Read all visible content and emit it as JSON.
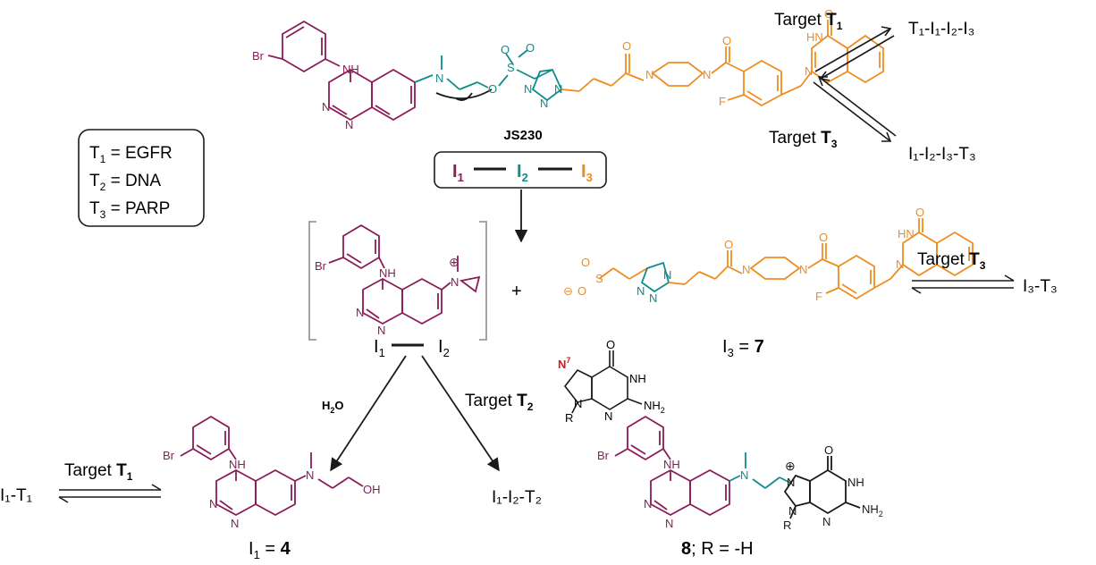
{
  "colors": {
    "i1": "#8a1c5a",
    "i2": "#0f8c8c",
    "i3": "#f08c1e",
    "n7": "#e0141e",
    "ink": "#1a1a1a"
  },
  "compound_top": {
    "name": "JS230",
    "bar": {
      "i1": "I",
      "s1": "1",
      "i2": "I",
      "s2": "2",
      "i3": "I",
      "s3": "3"
    }
  },
  "legend": {
    "lines": [
      {
        "t": "T",
        "s": "1",
        "rest": " = EGFR"
      },
      {
        "t": "T",
        "s": "2",
        "rest": " = DNA"
      },
      {
        "t": "T",
        "s": "3",
        "rest": " = PARP"
      }
    ]
  },
  "reactions": {
    "target_t1_top": {
      "prefix": "Target ",
      "t": "T",
      "s": "1"
    },
    "target_t3_top": {
      "prefix": "Target ",
      "t": "T",
      "s": "3"
    },
    "product_t1_i1_i2_i3": "T₁-I₁-I₂-I₃",
    "product_i1_i2_i3_t3": "I₁-I₂-I₃-T₃",
    "target_t3_mid": {
      "prefix": "Target ",
      "t": "T",
      "s": "3"
    },
    "product_i3_t3": "I₃-T₃",
    "plus": "+",
    "water": {
      "h": "H",
      "sub": "2",
      "o": "O"
    },
    "target_t2": {
      "prefix": "Target ",
      "t": "T",
      "s": "2"
    },
    "product_i1_i2_t2": "I₁-I₂-T₂",
    "target_t1_bottom": {
      "prefix": "Target ",
      "t": "T",
      "s": "1"
    },
    "product_i1_t1": "I₁-T₁"
  },
  "labels": {
    "aziridinium": {
      "a": "I",
      "as": "1",
      "b": "I",
      "bs": "2"
    },
    "i3_eq": {
      "a": "I",
      "as": "3",
      "eq": " = ",
      "num": "7"
    },
    "i1_eq": {
      "a": "I",
      "as": "1",
      "eq": " = ",
      "num": "4"
    },
    "eight": {
      "num": "8",
      "rest": "; R = -H"
    }
  },
  "atoms": {
    "br": "Br",
    "nh": "NH",
    "n": "N",
    "o": "O",
    "f": "F",
    "s": "S",
    "hn": "HN",
    "oh": "OH",
    "r": "R",
    "nh2": "NH",
    "nh2_sub": "2",
    "n7": "N",
    "n7_sup": "7",
    "plus_charge": "⊕",
    "minus_charge": "⊖"
  }
}
